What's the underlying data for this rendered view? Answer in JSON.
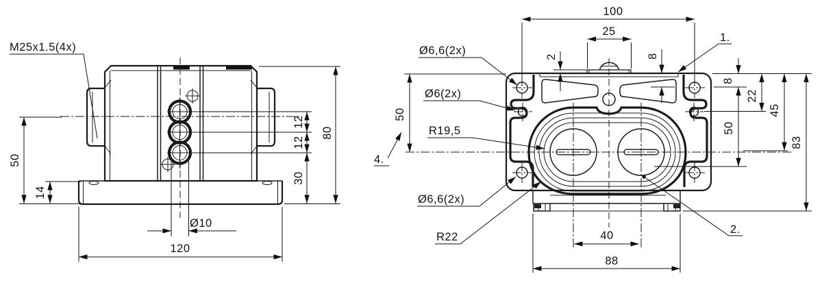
{
  "drawing": {
    "front": {
      "thread_label": "M25x1.5(4x)",
      "d50": "50",
      "d14": "14",
      "d12a": "12",
      "d12b": "12",
      "d30": "30",
      "d80": "80",
      "d10": "Ø10",
      "d120": "120"
    },
    "top": {
      "d100": "100",
      "d25": "25",
      "d2": "2",
      "d8_pocket": "8",
      "d8": "8",
      "d22": "22",
      "d45": "45",
      "d50_right": "50",
      "d83": "83",
      "d50_left": "50",
      "d40": "40",
      "d88": "88",
      "hole_top": "Ø6,6(2x)",
      "hole_side": "Ø6(2x)",
      "radius_inner": "R19,5",
      "hole_bottom": "Ø6,6(2x)",
      "radius_outer": "R22",
      "pos1": "1.",
      "pos2": "2.",
      "pos4": "4."
    }
  }
}
